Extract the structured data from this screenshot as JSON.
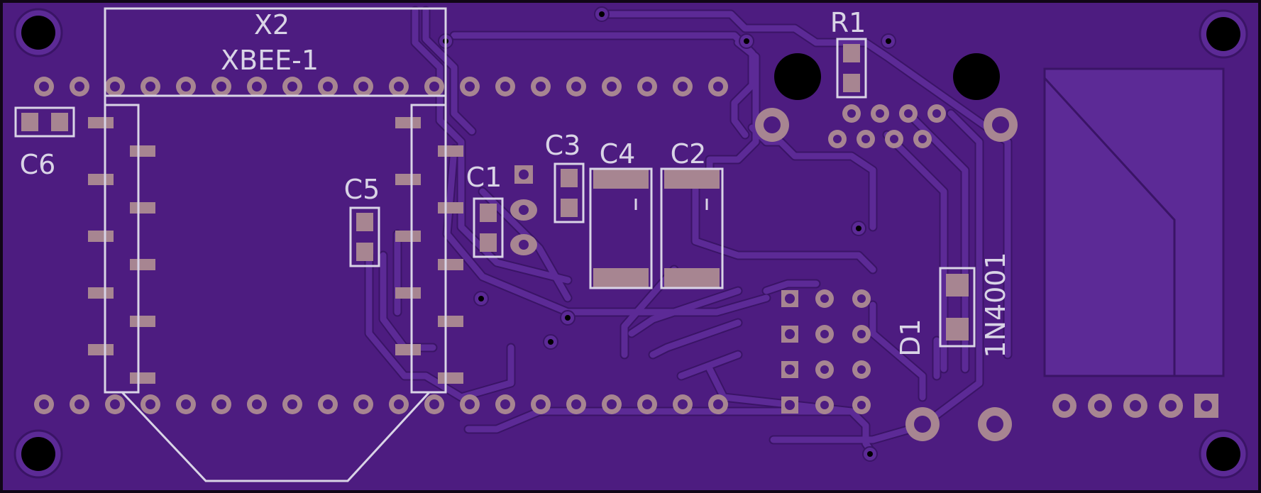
{
  "colors": {
    "board": "#4d1c80",
    "board_edge": "#100616",
    "trace": "#5c2a96",
    "trace_edge": "#3a1466",
    "pad": "#a78591",
    "hole": "#000000",
    "silk": "#d9d4e6"
  },
  "labels": {
    "x2_ref": "X2",
    "x2_value": "XBEE-1",
    "r1": "R1",
    "c6": "C6",
    "c5": "C5",
    "c1": "C1",
    "c3": "C3",
    "c4": "C4",
    "c2": "C2",
    "d1": "D1",
    "d1_value": "1N4001"
  }
}
